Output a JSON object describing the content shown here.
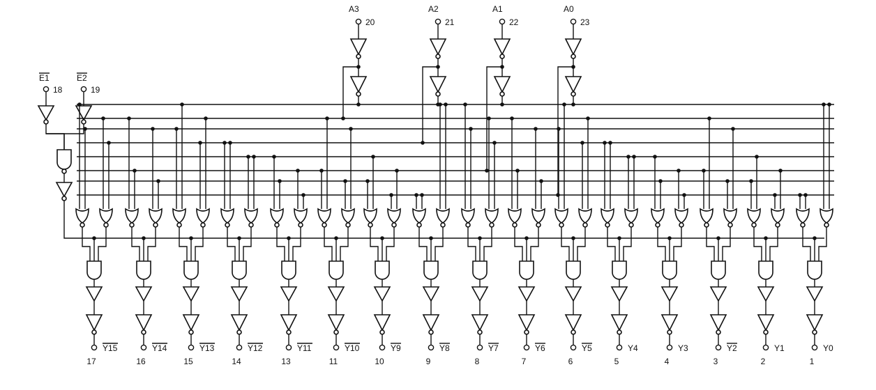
{
  "diagram": {
    "address_inputs": [
      {
        "name": "A3",
        "pin": "20"
      },
      {
        "name": "A2",
        "pin": "21"
      },
      {
        "name": "A1",
        "pin": "22"
      },
      {
        "name": "A0",
        "pin": "23"
      }
    ],
    "enable_inputs": [
      {
        "name": "E1",
        "pin": "18",
        "active_low": true
      },
      {
        "name": "E2",
        "pin": "19",
        "active_low": true
      }
    ],
    "outputs": [
      {
        "name": "Y15",
        "pin": "17",
        "active_low": true
      },
      {
        "name": "Y14",
        "pin": "16",
        "active_low": true
      },
      {
        "name": "Y13",
        "pin": "15",
        "active_low": true
      },
      {
        "name": "Y12",
        "pin": "14",
        "active_low": true
      },
      {
        "name": "Y11",
        "pin": "13",
        "active_low": true
      },
      {
        "name": "Y10",
        "pin": "11",
        "active_low": true
      },
      {
        "name": "Y9",
        "pin": "10",
        "active_low": true
      },
      {
        "name": "Y8",
        "pin": "9",
        "active_low": true
      },
      {
        "name": "Y7",
        "pin": "8",
        "active_low": true
      },
      {
        "name": "Y6",
        "pin": "7",
        "active_low": true
      },
      {
        "name": "Y5",
        "pin": "6",
        "active_low": true
      },
      {
        "name": "Y4",
        "pin": "5",
        "active_low": false
      },
      {
        "name": "Y3",
        "pin": "4",
        "active_low": false
      },
      {
        "name": "Y2",
        "pin": "3",
        "active_low": true
      },
      {
        "name": "Y1",
        "pin": "2",
        "active_low": false
      },
      {
        "name": "Y0",
        "pin": "1",
        "active_low": false
      }
    ]
  }
}
